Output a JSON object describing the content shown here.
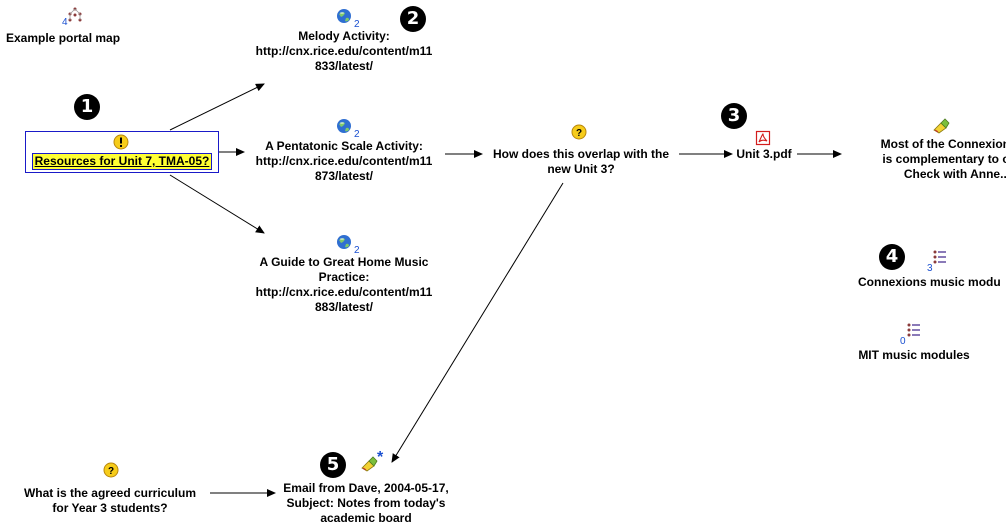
{
  "colors": {
    "link_stroke": "#000000",
    "selected_fill": "#ffff33",
    "selected_border": "#1a1ac8",
    "count_text": "#1a4fd0",
    "question_fill": "#f6cc1a",
    "web_fill": "#2f6fd1",
    "pdf_red": "#d31d1d"
  },
  "nodes": {
    "portal_map": {
      "label": "Example portal map",
      "count": "4",
      "icon": "map-icon"
    },
    "resources": {
      "label": "Resources for Unit 7, TMA-05?",
      "icon": "issue-icon",
      "marker": "1",
      "selected": true
    },
    "melody": {
      "label": "Melody Activity:\nhttp://cnx.rice.edu/content/m11\n833/latest/",
      "count": "2",
      "icon": "web-reference-icon",
      "marker": "2"
    },
    "pentatonic": {
      "label": "A Pentatonic Scale Activity:\nhttp://cnx.rice.edu/content/m11\n873/latest/",
      "count": "2",
      "icon": "web-reference-icon"
    },
    "guide": {
      "label": "A Guide to Great Home Music\nPractice:\nhttp://cnx.rice.edu/content/m11\n883/latest/",
      "count": "2",
      "icon": "web-reference-icon"
    },
    "overlap": {
      "label": "How does this overlap with the\nnew Unit 3?",
      "icon": "question-icon"
    },
    "unit3": {
      "label": "Unit 3.pdf",
      "icon": "pdf-icon",
      "marker": "3"
    },
    "connexions_note": {
      "label": "Most of the Connexions ac\nis complementary to our s\nCheck with Anne...",
      "icon": "note-icon"
    },
    "connexions_modules": {
      "label": "Connexions music modu",
      "count": "3",
      "icon": "list-icon",
      "marker": "4"
    },
    "mit_modules": {
      "label": "MIT music modules",
      "count": "0",
      "icon": "list-icon"
    },
    "curriculum": {
      "label": "What is the agreed curriculum\nfor Year 3 students?",
      "icon": "question-icon"
    },
    "email": {
      "label": "Email from Dave, 2004-05-17,\nSubject: Notes from today's\nacademic board",
      "icon": "note-icon",
      "badge": "*",
      "marker": "5"
    }
  }
}
